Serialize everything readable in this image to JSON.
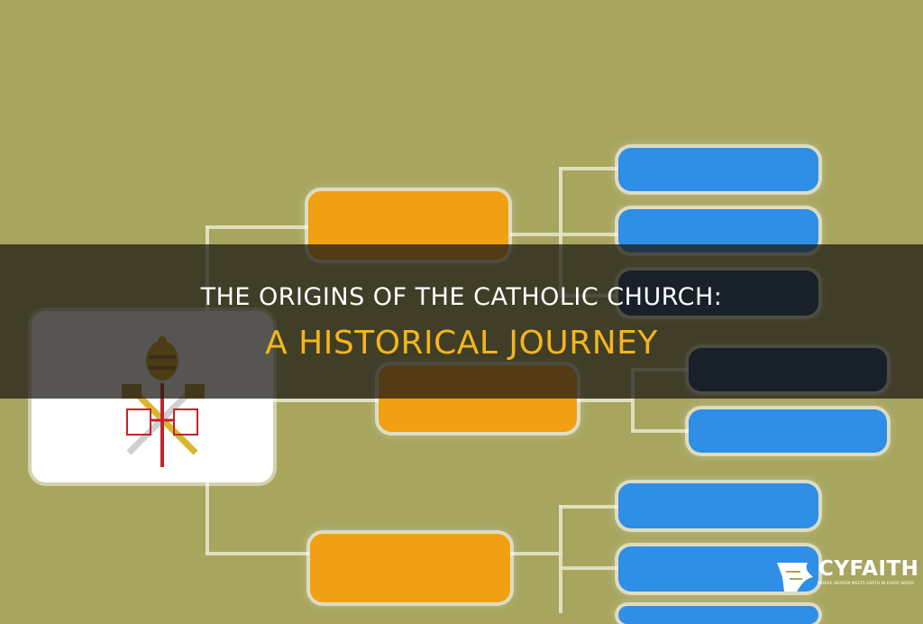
{
  "title": {
    "line1": "THE ORIGINS OF THE CATHOLIC CHURCH:",
    "line2": "A HISTORICAL JOURNEY",
    "line1_color": "#ffffff",
    "line2_color": "#f2b51e"
  },
  "background_color": "#a7a55e",
  "diagram": {
    "root_icon": "vatican-coat-of-arms-icon",
    "colors": {
      "orange": "#f0a012",
      "blue": "#2f8ee6",
      "navy": "#0f3566"
    }
  },
  "brand": {
    "name": "CYFAITH",
    "tagline": "WHERE HEAVEN MEETS EARTH IN EVERY WORD",
    "icon": "flag-logo-icon"
  }
}
